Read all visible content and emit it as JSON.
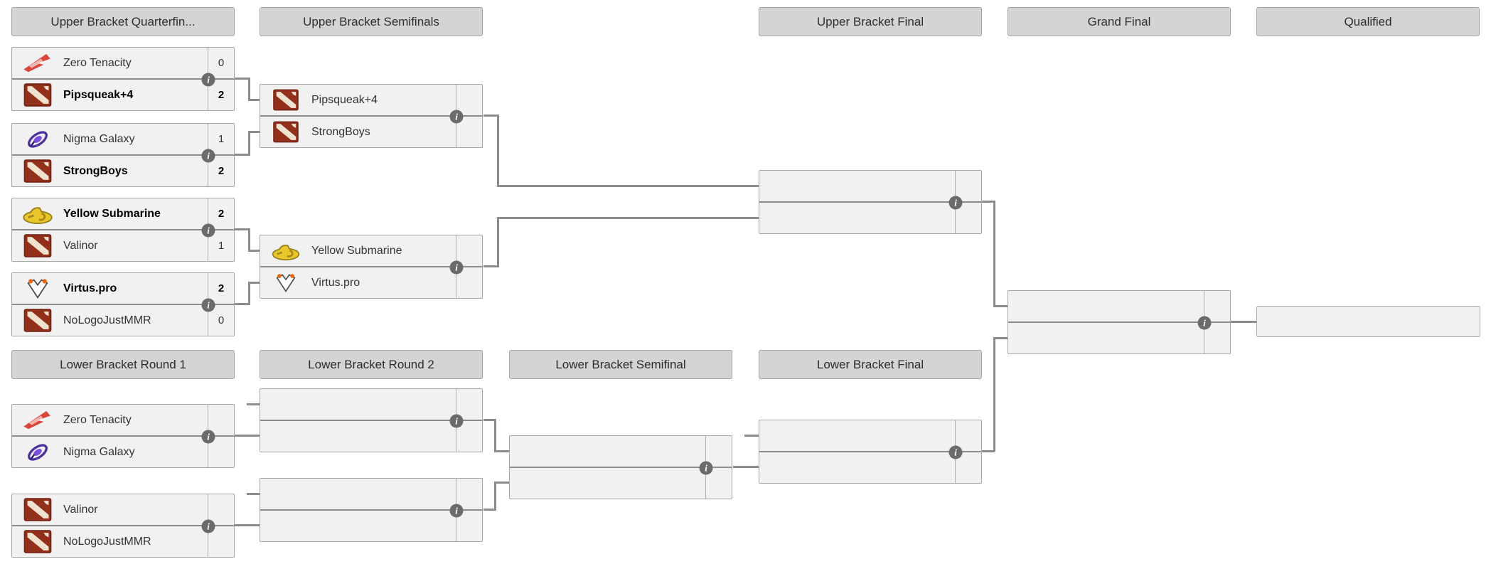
{
  "headers": {
    "ub_qf": "Upper Bracket Quarterfin...",
    "ub_sf": "Upper Bracket Semifinals",
    "ub_final": "Upper Bracket Final",
    "grand_final": "Grand Final",
    "qualified": "Qualified",
    "lb_r1": "Lower Bracket Round 1",
    "lb_r2": "Lower Bracket Round 2",
    "lb_sf": "Lower Bracket Semifinal",
    "lb_final": "Lower Bracket Final"
  },
  "icons": {
    "info_glyph": "i",
    "info": "info-circle-icon",
    "zero_tenacity": "red-arrow-logo",
    "nigma_galaxy": "purple-galaxy-swirl-logo",
    "yellow_submarine": "yellow-submarine-logo",
    "virtus_pro": "white-shield-orange-ears-logo",
    "dota_default": "dota2-default-red-square-logo"
  },
  "colors": {
    "match_bg": "#f1f1f2",
    "header_bg": "#d4d4d4",
    "border": "#a6a6a6",
    "connector": "#8c8c8c",
    "info_icon_bg": "#6b6b6b",
    "winner_text": "#000000",
    "loser_text": "#333333"
  },
  "matches": {
    "ub_qf": [
      {
        "top": {
          "name": "Zero Tenacity",
          "score": "0",
          "name_cls": "tname",
          "score_cls": "tscore"
        },
        "bottom": {
          "name": "Pipsqueak+4",
          "score": "2",
          "name_cls": "tname winner",
          "score_cls": "tscore winner"
        }
      },
      {
        "top": {
          "name": "Nigma Galaxy",
          "score": "1",
          "name_cls": "tname",
          "score_cls": "tscore"
        },
        "bottom": {
          "name": "StrongBoys",
          "score": "2",
          "name_cls": "tname winner",
          "score_cls": "tscore winner"
        }
      },
      {
        "top": {
          "name": "Yellow Submarine",
          "score": "2",
          "name_cls": "tname winner",
          "score_cls": "tscore winner"
        },
        "bottom": {
          "name": "Valinor",
          "score": "1",
          "name_cls": "tname",
          "score_cls": "tscore"
        }
      },
      {
        "top": {
          "name": "Virtus.pro",
          "score": "2",
          "name_cls": "tname winner",
          "score_cls": "tscore winner"
        },
        "bottom": {
          "name": "NoLogoJustMMR",
          "score": "0",
          "name_cls": "tname",
          "score_cls": "tscore"
        }
      }
    ],
    "ub_sf": [
      {
        "top": {
          "name": "Pipsqueak+4",
          "score": ""
        },
        "bottom": {
          "name": "StrongBoys",
          "score": ""
        }
      },
      {
        "top": {
          "name": "Yellow Submarine",
          "score": ""
        },
        "bottom": {
          "name": "Virtus.pro",
          "score": ""
        }
      }
    ],
    "lb_r1": [
      {
        "top": {
          "name": "Zero Tenacity",
          "score": ""
        },
        "bottom": {
          "name": "Nigma Galaxy",
          "score": ""
        }
      },
      {
        "top": {
          "name": "Valinor",
          "score": ""
        },
        "bottom": {
          "name": "NoLogoJustMMR",
          "score": ""
        }
      }
    ]
  }
}
